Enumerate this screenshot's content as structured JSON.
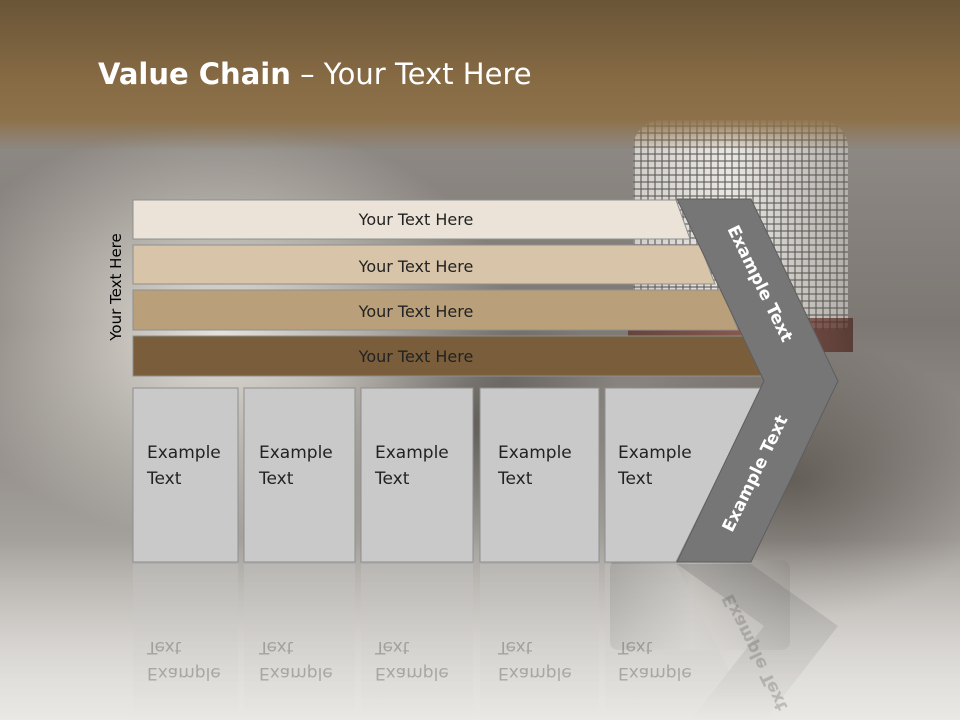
{
  "slide": {
    "title_bold": "Value Chain",
    "title_rest": " – Your Text Here",
    "side_label": "Your Text Here"
  },
  "bars": [
    {
      "label": "Your Text Here",
      "color": "#ebe3d8"
    },
    {
      "label": "Your Text Here",
      "color": "#d8c5a9"
    },
    {
      "label": "Your Text Here",
      "color": "#b9a07a"
    },
    {
      "label": "Your Text Here",
      "color": "#7a5e3c"
    }
  ],
  "boxes": [
    {
      "line1": "Example",
      "line2": "Text"
    },
    {
      "line1": "Example",
      "line2": "Text"
    },
    {
      "line1": "Example",
      "line2": "Text"
    },
    {
      "line1": "Example",
      "line2": "Text"
    },
    {
      "line1": "Example",
      "line2": "Text"
    }
  ],
  "chevron": {
    "upper_label": "Example Text",
    "lower_label": "Example Text",
    "color": "#767676"
  },
  "colors": {
    "box_fill": "#c9c9c9",
    "header": "#876b44"
  }
}
